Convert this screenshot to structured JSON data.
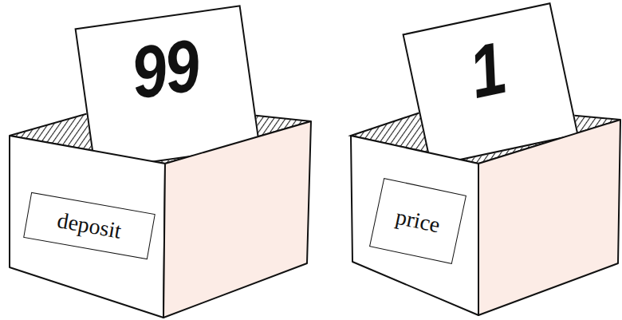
{
  "diagram": {
    "nodes": [
      {
        "text": [
          "99"
        ]
      },
      {
        "text": [
          "deposit"
        ]
      },
      {
        "text": [
          "1"
        ]
      },
      {
        "text": [
          "price"
        ]
      }
    ]
  }
}
